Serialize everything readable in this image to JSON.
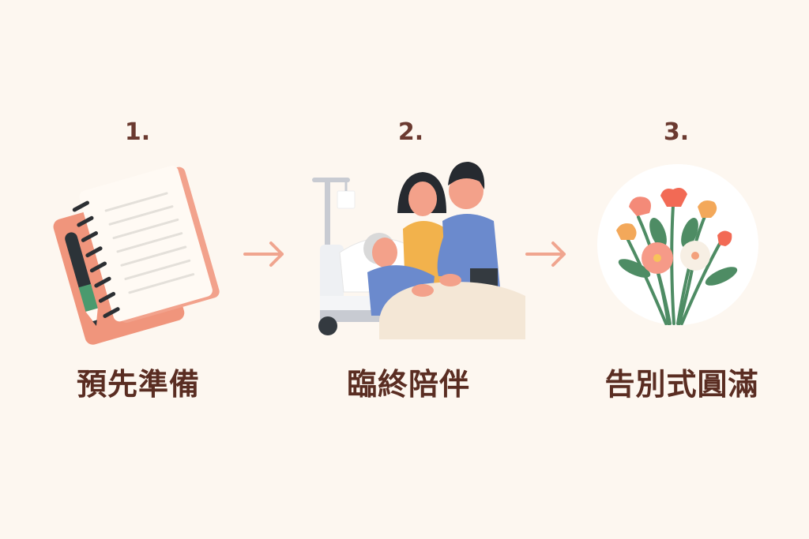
{
  "colors": {
    "background": "#fdf7f0",
    "number_text": "#6b3a30",
    "label_text": "#5a2d22",
    "arrow": "#f0a58f",
    "notebook_cover": "#f0957c",
    "flower_circle": "#ffffff"
  },
  "steps": [
    {
      "number": "1.",
      "label": "預先準備",
      "icon": "notebook-pen-icon"
    },
    {
      "number": "2.",
      "label": "臨終陪伴",
      "icon": "hospital-bed-family-icon"
    },
    {
      "number": "3.",
      "label": "告別式圓滿",
      "icon": "flower-bouquet-icon"
    }
  ],
  "connectors": [
    {
      "icon": "arrow-right-icon"
    },
    {
      "icon": "arrow-right-icon"
    }
  ]
}
